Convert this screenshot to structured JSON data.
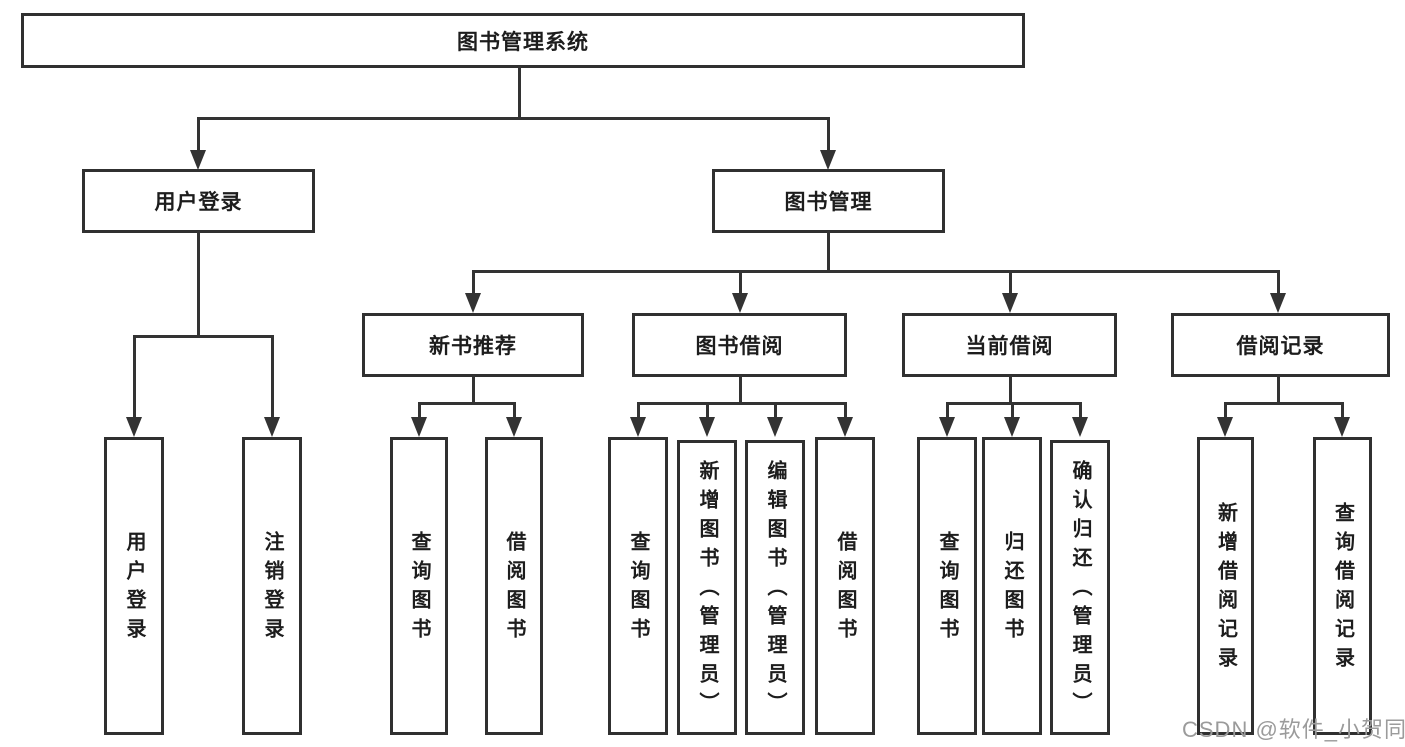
{
  "tree": {
    "root": "图书管理系统",
    "children": [
      {
        "label": "用户登录",
        "children": [
          "用户登录",
          "注销登录"
        ]
      },
      {
        "label": "图书管理",
        "children": [
          {
            "label": "新书推荐",
            "children": [
              "查询图书",
              "借阅图书"
            ]
          },
          {
            "label": "图书借阅",
            "children": [
              "查询图书",
              "新增图书（管理员）",
              "编辑图书（管理员）",
              "借阅图书"
            ]
          },
          {
            "label": "当前借阅",
            "children": [
              "查询图书",
              "归还图书",
              "确认归还（管理员）"
            ]
          },
          {
            "label": "借阅记录",
            "children": [
              "新增借阅记录",
              "查询借阅记录"
            ]
          }
        ]
      }
    ]
  },
  "watermark": {
    "text": "CSDN @软件_小贺同学",
    "color": "#9b9b9b"
  },
  "colors": {
    "line": "#333333",
    "box_border": "#303030",
    "text": "#1d1d1d",
    "background": "#ffffff"
  }
}
